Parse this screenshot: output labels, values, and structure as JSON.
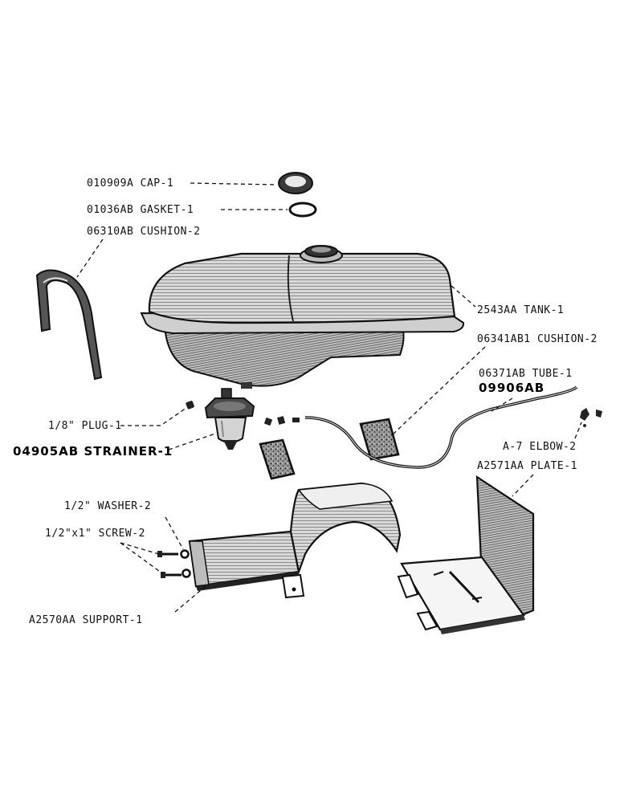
{
  "colors": {
    "ink": "#111111",
    "paper": "#ffffff",
    "shade": "#8a8a8a",
    "dark": "#2b2b2b"
  },
  "labels": {
    "cap": "010909A CAP-1",
    "gasket": "01036AB GASKET-1",
    "cushion_strap": "06310AB CUSHION-2",
    "tank": "2543AA TANK-1",
    "cushion_pad": "06341AB1 CUSHION-2",
    "tube": "06371AB TUBE-1",
    "tube_alt": "09906AB",
    "plug": "1/8\" PLUG-1",
    "strainer": "04905AB STRAINER-1",
    "elbow": "A-7 ELBOW-2",
    "plate": "A2571AA PLATE-1",
    "washer": "1/2\" WASHER-2",
    "screw": "1/2\"x1\" SCREW-2",
    "support": "A2570AA SUPPORT-1"
  }
}
